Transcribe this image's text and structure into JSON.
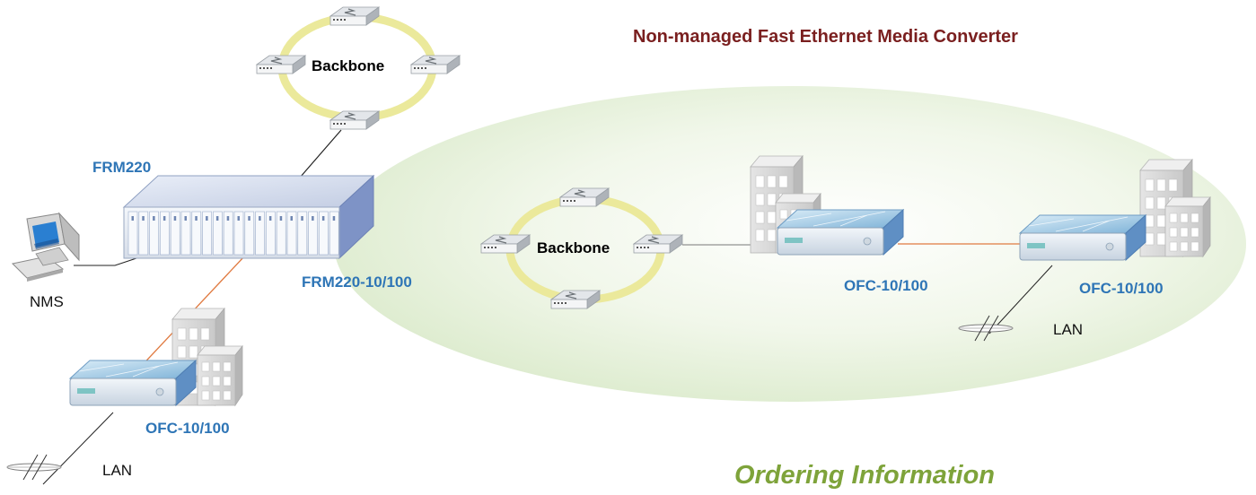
{
  "title": "Non-managed  Fast Ethernet Media Converter",
  "footer": "Ordering Information",
  "labels": {
    "frm220": "FRM220",
    "frm220_card": "FRM220-10/100",
    "nms": "NMS",
    "backbone_left": "Backbone",
    "backbone_right": "Backbone",
    "ofc_left": "OFC-10/100",
    "ofc_mid": "OFC-10/100",
    "ofc_right": "OFC-10/100",
    "lan_left": "LAN",
    "lan_right": "LAN"
  },
  "colors": {
    "title": "#7a1f1f",
    "device_label": "#2e75b6",
    "footer": "#7ea33a",
    "fiber": "#e07a40",
    "ring": "#ecec9a",
    "cloud": "#e8f2dc"
  }
}
